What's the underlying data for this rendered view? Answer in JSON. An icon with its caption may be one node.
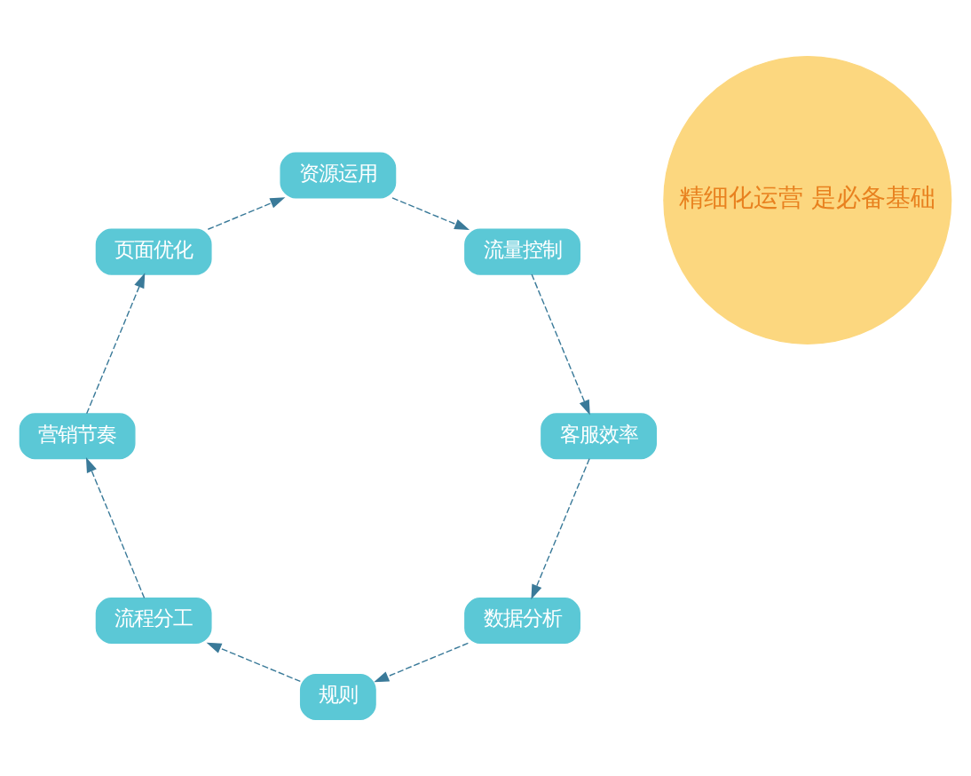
{
  "diagram": {
    "nodes": [
      {
        "text": [
          "数据分析"
        ]
      },
      {
        "text": [
          "规则"
        ]
      },
      {
        "text": [
          "流程分工"
        ]
      },
      {
        "text": [
          "营销节奏"
        ]
      },
      {
        "text": [
          "页面优化"
        ]
      },
      {
        "text": [
          "资源运用"
        ]
      },
      {
        "text": [
          "流量控制"
        ]
      },
      {
        "text": [
          "客服效率"
        ]
      },
      {
        "text": [
          "精细化运营 是必备基础"
        ]
      }
    ],
    "edges": [
      {
        "from": 0,
        "to": 1,
        "arrow": "to",
        "style": "dashed"
      },
      {
        "from": 1,
        "to": 2,
        "arrow": "to",
        "style": "dashed"
      },
      {
        "from": 2,
        "to": 3,
        "arrow": "to",
        "style": "dashed"
      },
      {
        "from": 3,
        "to": 4,
        "arrow": "to",
        "style": "dashed"
      },
      {
        "from": 4,
        "to": 5,
        "arrow": "to",
        "style": "dashed"
      },
      {
        "from": 5,
        "to": 6,
        "arrow": "to",
        "style": "dashed"
      },
      {
        "from": 6,
        "to": 7,
        "arrow": "to",
        "style": "dashed"
      },
      {
        "from": 7,
        "to": 0,
        "arrow": "to",
        "style": "dashed"
      }
    ]
  }
}
